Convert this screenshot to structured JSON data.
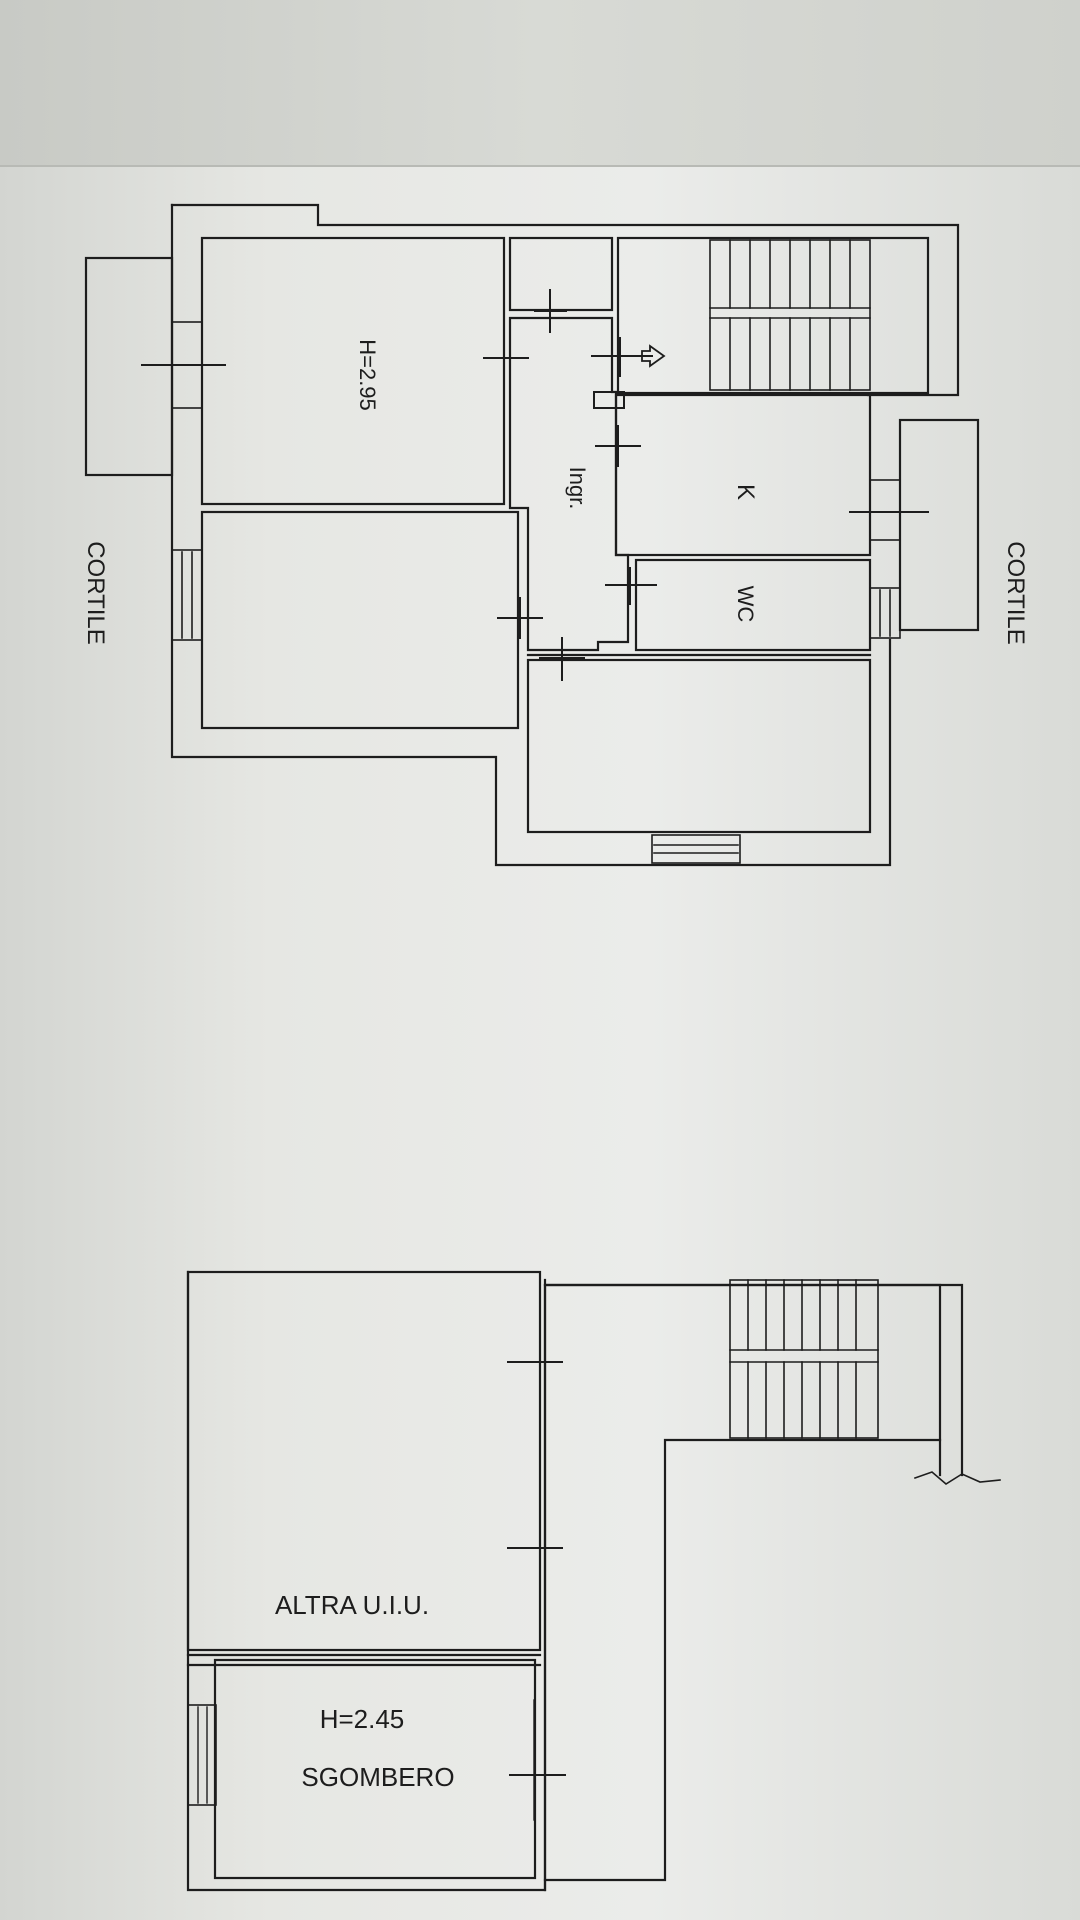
{
  "plan": {
    "upper_floor": {
      "room_height": "H=2.95",
      "entrance": "Ingr.",
      "kitchen": "K",
      "wc": "WC",
      "courtyard_left": "CORTILE",
      "courtyard_right": "CORTILE"
    },
    "lower_floor": {
      "other_unit": "ALTRA U.I.U.",
      "room_height": "H=2.45",
      "storage": "SGOMBERO"
    },
    "colors": {
      "ink": "#1d1d1d",
      "paper": "#ebecea"
    }
  }
}
